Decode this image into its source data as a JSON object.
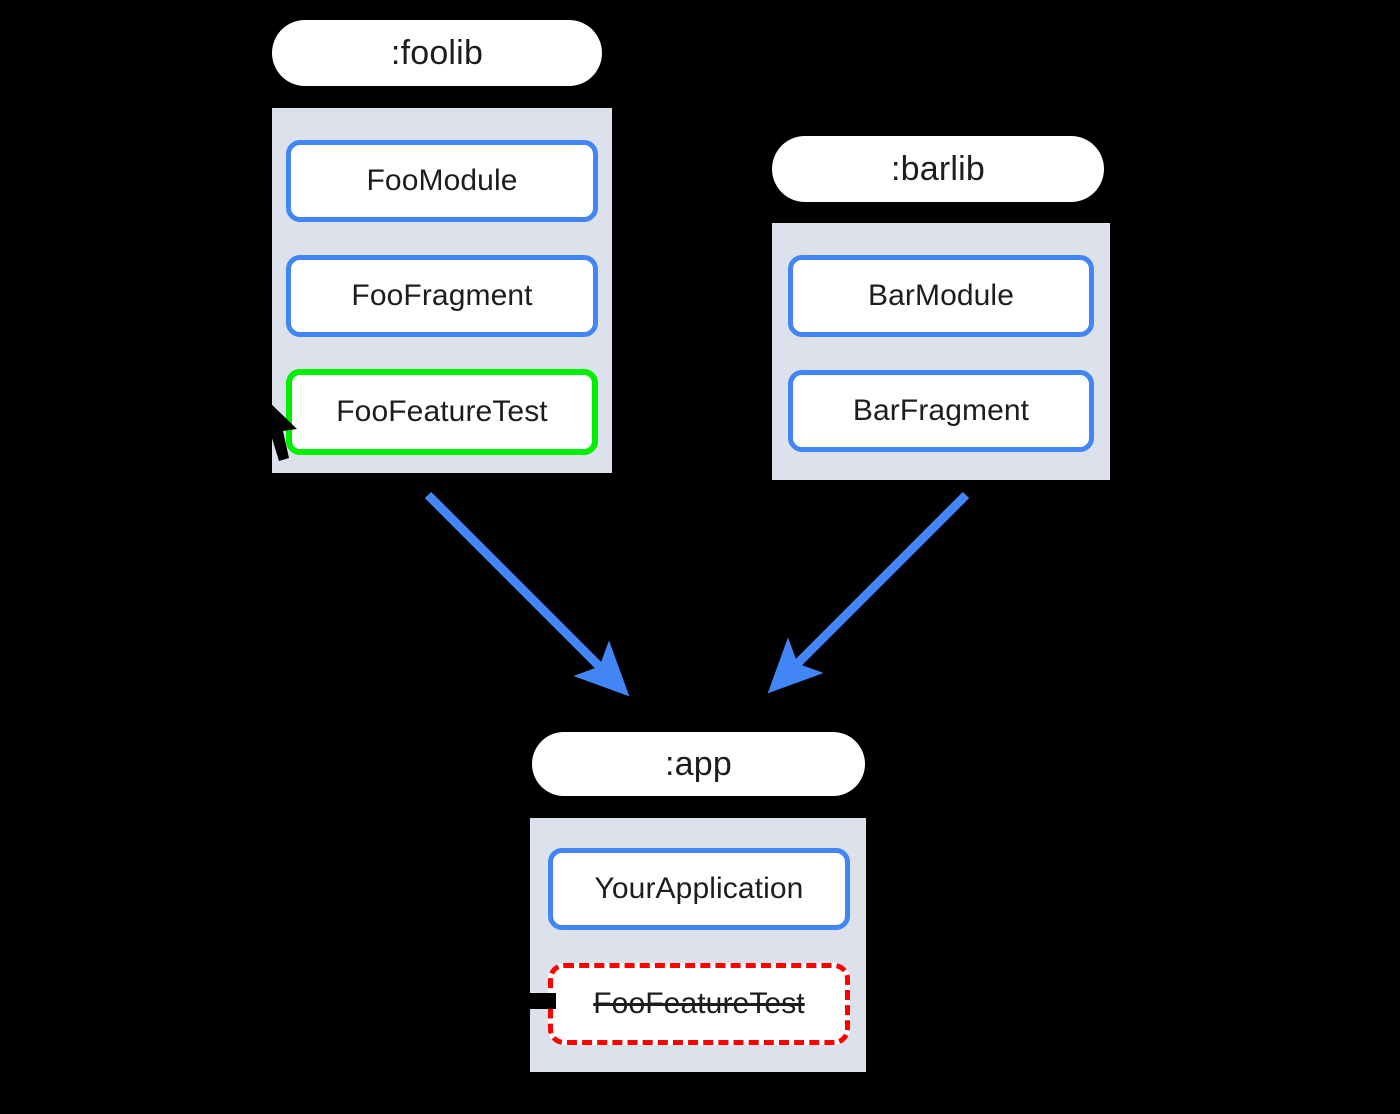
{
  "diagram": {
    "title": "Gradle module dependency diagram",
    "background_color": "#000000",
    "colors": {
      "group_background": "#DCE1EC",
      "node_border_blue": "#4285F4",
      "node_border_green": "#00EE00",
      "node_border_red": "#FF0000",
      "arrow_blue": "#4285F4",
      "pill_background": "#FFFFFF",
      "text": "#1D1D1D",
      "cursor": "#000000"
    }
  },
  "modules": [
    {
      "id": "foolib",
      "label": ":foolib",
      "nodes": [
        {
          "label": "FooModule",
          "style": "blue"
        },
        {
          "label": "FooFragment",
          "style": "blue"
        },
        {
          "label": "FooFeatureTest",
          "style": "green"
        }
      ]
    },
    {
      "id": "barlib",
      "label": ":barlib",
      "nodes": [
        {
          "label": "BarModule",
          "style": "blue"
        },
        {
          "label": "BarFragment",
          "style": "blue"
        }
      ]
    },
    {
      "id": "app",
      "label": ":app",
      "nodes": [
        {
          "label": "YourApplication",
          "style": "blue"
        },
        {
          "label": "FooFeatureTest",
          "style": "dashed-red-strikethrough"
        }
      ]
    }
  ],
  "edges": [
    {
      "from": ":foolib",
      "to": ":app",
      "color": "#4285F4",
      "arrowhead": "filled"
    },
    {
      "from": ":barlib",
      "to": ":app",
      "color": "#4285F4",
      "arrowhead": "filled"
    }
  ],
  "cursors": [
    {
      "target": "FooFeatureTest (:foolib)",
      "kind": "arrow-pointer"
    },
    {
      "target": "FooFeatureTest (:app)",
      "kind": "arrow-pointer"
    }
  ]
}
